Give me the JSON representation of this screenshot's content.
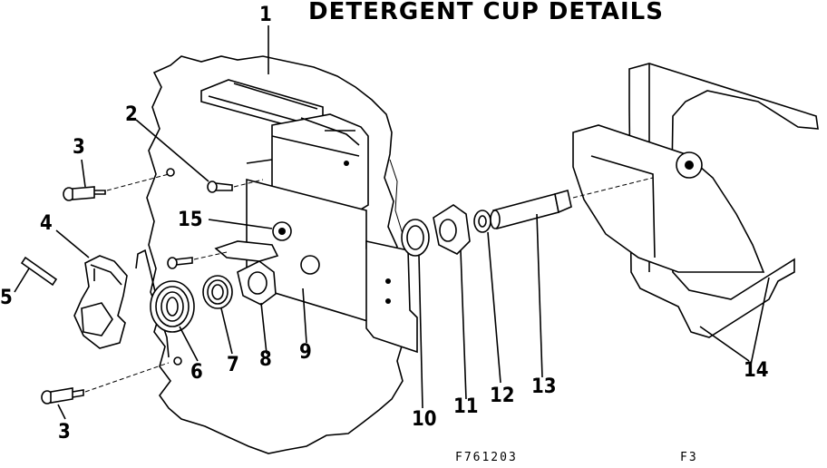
{
  "title": "DETERGENT CUP DETAILS",
  "part_numbers": {
    "n1": "1",
    "n2": "2",
    "n3a": "3",
    "n3b": "3",
    "n4": "4",
    "n5": "5",
    "n6": "6",
    "n7": "7",
    "n8": "8",
    "n9": "9",
    "n10": "10",
    "n11": "11",
    "n12": "12",
    "n13": "13",
    "n14": "14",
    "n15": "15"
  },
  "figure_code": "F761203",
  "page_code": "F3"
}
